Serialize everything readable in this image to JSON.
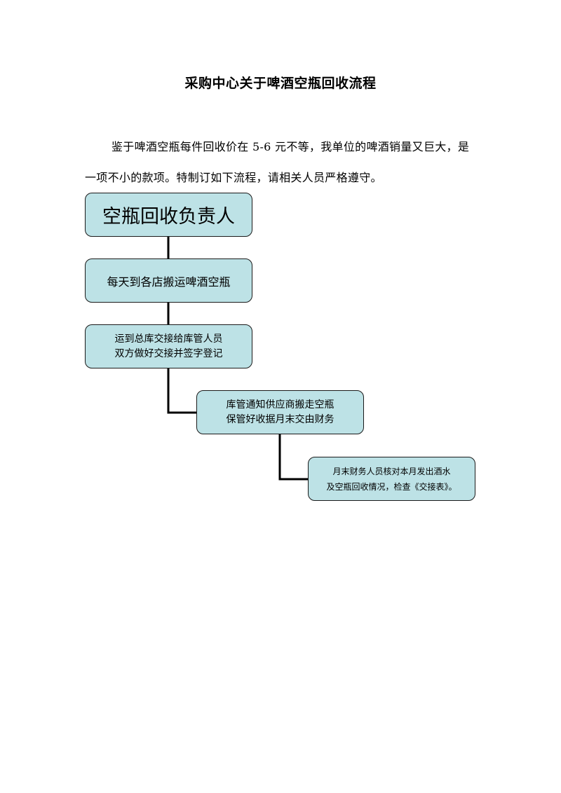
{
  "document": {
    "title": "采购中心关于啤酒空瓶回收流程",
    "intro": "鉴于啤酒空瓶每件回收价在 5-6 元不等，我单位的啤酒销量又巨大，是一项不小的款项。特制订如下流程，请相关人员严格遵守。"
  },
  "flow": {
    "step1": {
      "lines": [
        "空瓶回收负责人"
      ]
    },
    "step2": {
      "lines": [
        "每天到各店搬运啤酒空瓶"
      ]
    },
    "step3": {
      "lines": [
        "运到总库交接给库管人员",
        "双方做好交接并签字登记"
      ]
    },
    "step4": {
      "lines": [
        "库管通知供应商搬走空瓶",
        "保管好收据月末交由财务"
      ]
    },
    "step5": {
      "lines": [
        "月末财务人员核对本月发出酒水",
        "及空瓶回收情况，检查《交接表》。"
      ]
    }
  }
}
